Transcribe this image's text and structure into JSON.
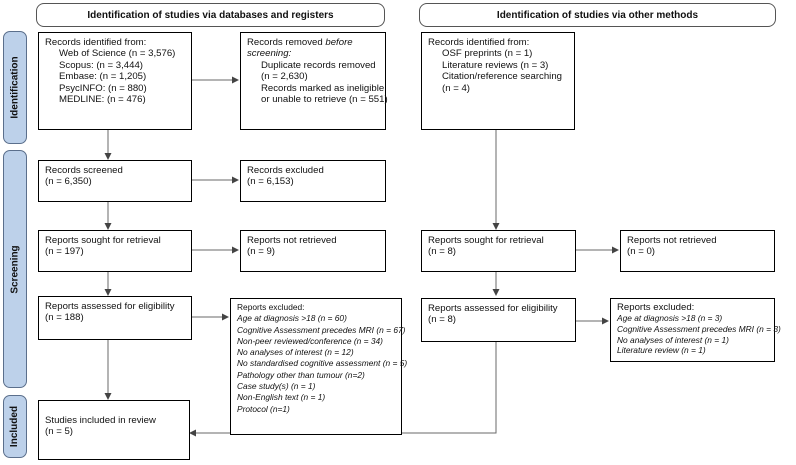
{
  "headers": {
    "databases": "Identification of studies via databases and registers",
    "other": "Identification of studies via other methods"
  },
  "phases": {
    "identification": "Identification",
    "screening": "Screening",
    "included": "Included"
  },
  "db": {
    "identified": {
      "title": "Records identified from:",
      "items": [
        "Web of Science (n = 3,576)",
        "Scopus: (n = 3,444)",
        "Embase: (n = 1,205)",
        "PsycINFO: (n = 880)",
        "MEDLINE: (n = 476)"
      ]
    },
    "removed": {
      "title_pre": "Records removed ",
      "title_it": "before",
      "title_post": "screening:",
      "items": [
        "Duplicate records removed",
        "(n = 2,630)",
        "Records marked as ineligible",
        "or unable to retrieve (n = 551)"
      ]
    },
    "screened": {
      "label": "Records screened",
      "n": "(n = 6,350)"
    },
    "excluded": {
      "label": "Records excluded",
      "n": "(n = 6,153)"
    },
    "sought": {
      "label": "Reports sought for retrieval",
      "n": "(n = 197)"
    },
    "not_retrieved": {
      "label": "Reports not retrieved",
      "n": "(n = 9)"
    },
    "assessed": {
      "label": "Reports assessed for eligibility",
      "n": "(n = 188)"
    },
    "reports_excluded": {
      "title": "Reports excluded:",
      "items": [
        "Age at diagnosis >18 (n = 60)",
        "Cognitive Assessment precedes MRI (n = 67)",
        "Non-peer reviewed/conference (n = 34)",
        "No analyses of interest (n = 12)",
        "No standardised cognitive assessment (n = 5)",
        "Pathology other than tumour (n=2)",
        "Case study(s) (n = 1)",
        "Non-English text (n = 1)",
        "Protocol (n=1)"
      ]
    },
    "included": {
      "label": "Studies included in review",
      "n": "(n = 5)"
    }
  },
  "other": {
    "identified": {
      "title": "Records identified from:",
      "items": [
        "OSF preprints (n = 1)",
        "Literature reviews (n = 3)",
        "Citation/reference searching",
        "(n = 4)"
      ]
    },
    "sought": {
      "label": "Reports sought for retrieval",
      "n": "(n = 8)"
    },
    "not_retrieved": {
      "label": "Reports not retrieved",
      "n": "(n = 0)"
    },
    "assessed": {
      "label": "Reports assessed for eligibility",
      "n": "(n = 8)"
    },
    "reports_excluded": {
      "title": "Reports excluded:",
      "items": [
        "Age at diagnosis >18 (n = 3)",
        "Cognitive Assessment precedes MRI (n = 3)",
        "No analyses of interest (n = 1)",
        "Literature review (n = 1)"
      ]
    }
  }
}
